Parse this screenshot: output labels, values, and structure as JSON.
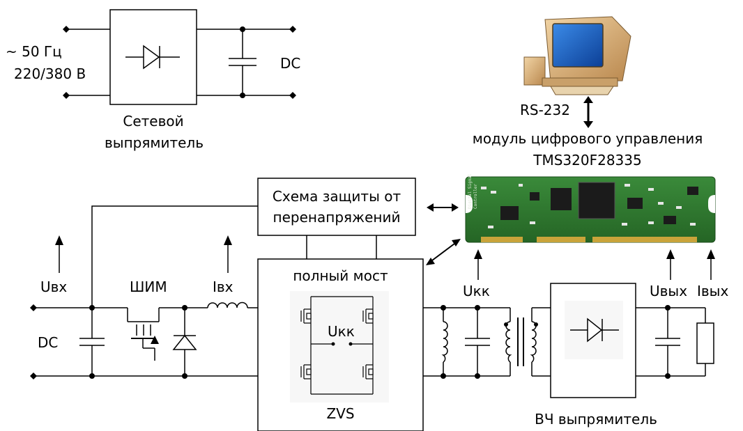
{
  "input_ac": {
    "freq": "~ 50 Гц",
    "voltage": "220/380 В"
  },
  "mains_rectifier": {
    "output": "DC",
    "caption_line1": "Сетевой",
    "caption_line2": "выпрямитель"
  },
  "pc": {
    "link": "RS-232"
  },
  "controller": {
    "caption_line1": "модуль цифрового управления",
    "caption_line2": "TMS320F28335"
  },
  "protection": {
    "line1": "Схема защиты от",
    "line2": "перенапряжений"
  },
  "converter": {
    "input_dc": "DC",
    "uin": "Uвх",
    "pwm": "ШИМ",
    "iin": "Iвх",
    "bridge_title": "полный мост",
    "bridge_ukk": "Uкк",
    "bridge_mode": "ZVS",
    "ukk": "Uкк",
    "uout": "Uвых",
    "iout": "Iвых",
    "hf_rectifier": "ВЧ выпрямитель"
  },
  "colors": {
    "line": "#000000",
    "pcb": "#2f7a2f",
    "monitor_case": "#d8b07a",
    "screen": "#1e63c6"
  }
}
